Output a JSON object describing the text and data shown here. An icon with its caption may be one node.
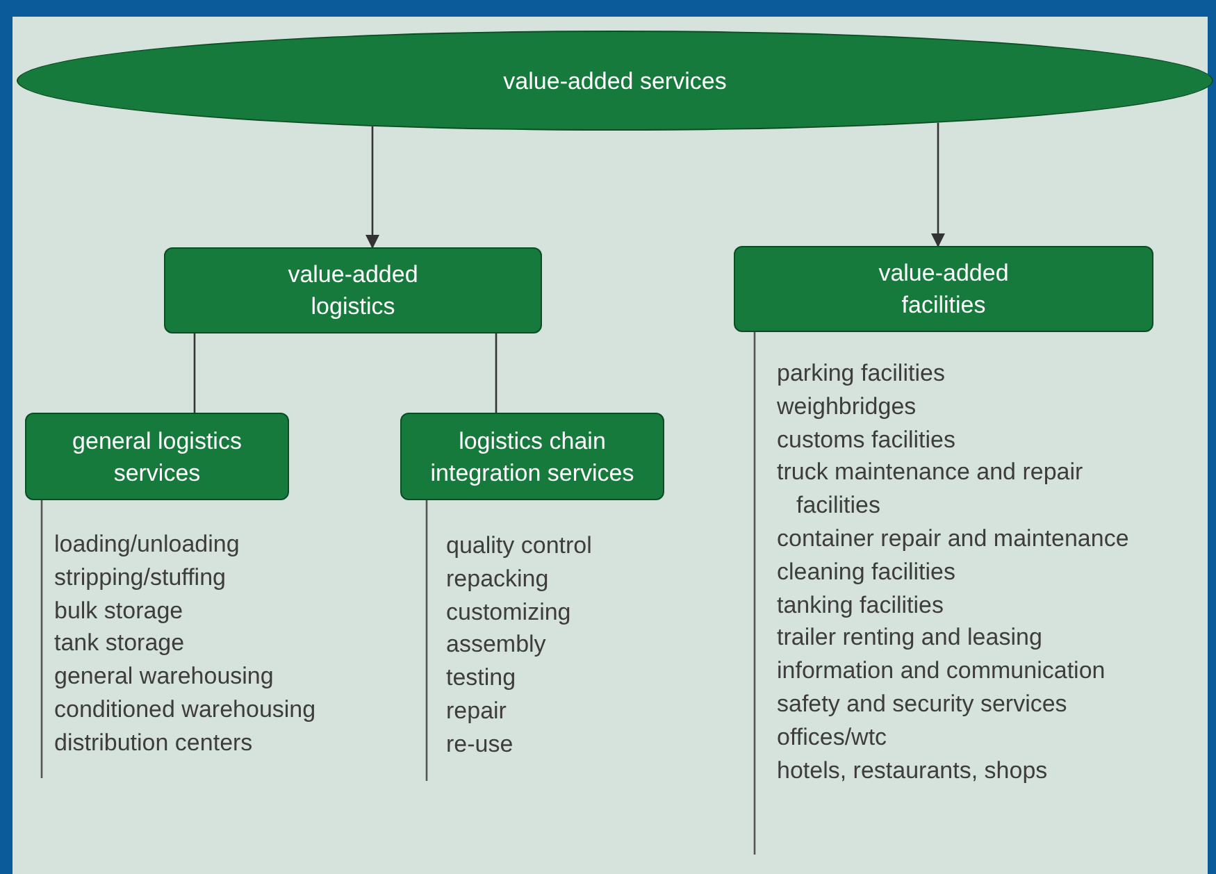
{
  "diagram": {
    "nodes": [
      {
        "text": [
          "value-added services"
        ]
      },
      {
        "text": [
          "value-added logistics"
        ]
      },
      {
        "text": [
          "value-added facilities"
        ],
        "beside": [
          "parking facilities",
          "weighbridges",
          "customs facilities",
          "truck maintenance and repair facilities",
          "container repair and maintenance",
          "cleaning facilities",
          "tanking facilities",
          "trailer renting and leasing",
          "information and communication",
          "safety and security services",
          "offices/wtc",
          "hotels, restaurants, shops"
        ]
      },
      {
        "text": [
          "general logistics services"
        ],
        "beside": [
          "loading/unloading",
          "stripping/stuffing",
          "bulk storage",
          "tank storage",
          "general warehousing",
          "conditioned warehousing",
          "distribution centers"
        ]
      },
      {
        "text": [
          "logistics chain integration services"
        ],
        "beside": [
          "quality control",
          "repacking",
          "customizing",
          "assembly",
          "testing",
          "repair",
          "re-use"
        ]
      }
    ],
    "edges": [
      {
        "from": 0,
        "to": 1,
        "arrow": "to"
      },
      {
        "from": 0,
        "to": 2,
        "arrow": "to"
      },
      {
        "from": 1,
        "to": 3,
        "arrow": "none"
      },
      {
        "from": 1,
        "to": 4,
        "arrow": "none"
      }
    ]
  }
}
